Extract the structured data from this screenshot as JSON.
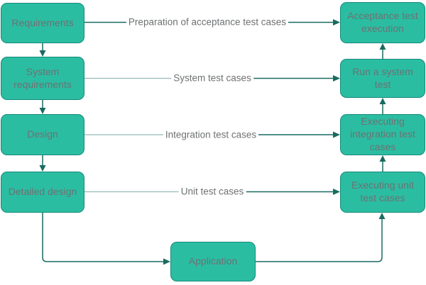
{
  "diagram": {
    "nodes": {
      "requirements": {
        "label": "Requirements"
      },
      "system_requirements": {
        "label": "System requirements"
      },
      "design": {
        "label": "Design"
      },
      "detailed_design": {
        "label": "Detailed design"
      },
      "acceptance_test_execution": {
        "label": "Acceptance test execution"
      },
      "run_a_system_test": {
        "label": "Run a system test"
      },
      "executing_integration_test_cases": {
        "label": "Executing integration test cases"
      },
      "executing_unit_test_cases": {
        "label": "Executing unit test cases"
      },
      "application": {
        "label": "Application"
      }
    },
    "edge_labels": {
      "acceptance": "Preparation of acceptance test cases",
      "system": "System test cases",
      "integration": "Integration test cases",
      "unit": "Unit test cases"
    },
    "colors": {
      "node_fill": "#2bbda2",
      "node_border": "#148a7a",
      "connector_dark": "#186b60",
      "connector_light": "#93bcb7",
      "text": "#6e7173",
      "background": "#ffffff"
    }
  }
}
